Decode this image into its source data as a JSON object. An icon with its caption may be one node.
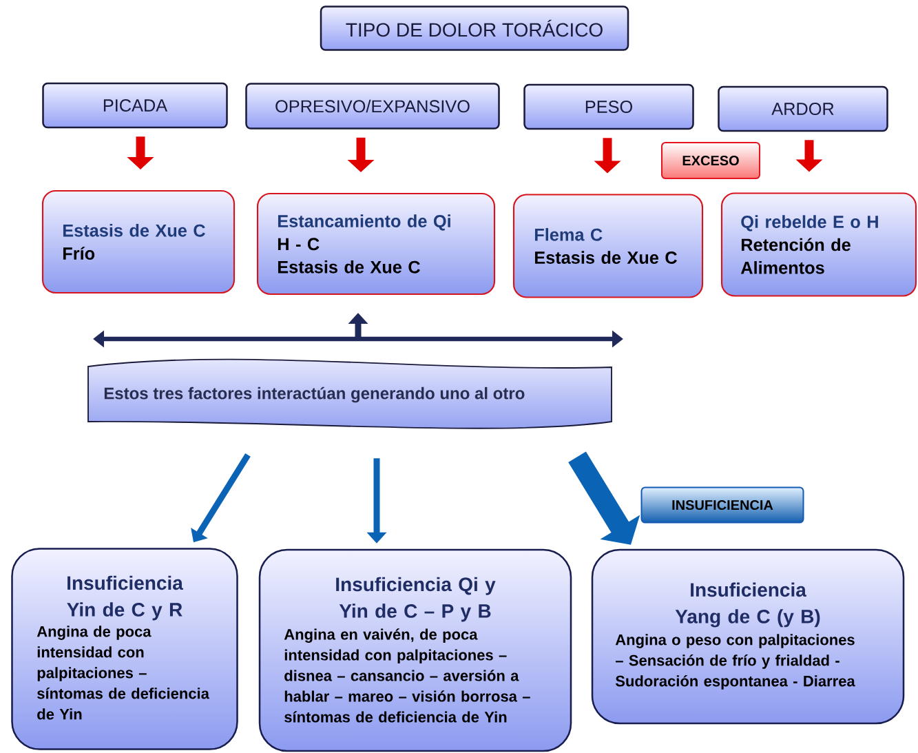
{
  "diagram": {
    "nodes": [
      {
        "text": [
          "TIPO DE DOLOR TORÁCICO"
        ]
      },
      {
        "text": [
          "PICADA"
        ]
      },
      {
        "text": [
          "OPRESIVO/EXPANSIVO"
        ]
      },
      {
        "text": [
          "PESO"
        ]
      },
      {
        "text": [
          "ARDOR"
        ]
      },
      {
        "text": [
          "EXCESO"
        ]
      },
      {
        "text": [
          "Estasis de Xue C",
          "Frío"
        ]
      },
      {
        "text": [
          "Estancamiento de Qi",
          "H - C",
          "Estasis de Xue C"
        ]
      },
      {
        "text": [
          "Flema C",
          "Estasis de Xue C"
        ]
      },
      {
        "text": [
          "Qi rebelde E o H",
          "Retención de Alimentos"
        ]
      },
      {
        "text": [
          "Estos tres factores interactúan generando uno al otro"
        ]
      },
      {
        "text": [
          "INSUFICIENCIA"
        ]
      },
      {
        "text": [
          "Insuficiencia Yin de C y R",
          "Angina de poca intensidad con palpitaciones – síntomas de deficiencia de Yin"
        ]
      },
      {
        "text": [
          "Insuficiencia Qi y Yin de C – P y B",
          "Angina en vaivén, de poca intensidad con palpitaciones – disnea – cansancio – aversión a hablar – mareo – visión borrosa – síntomas de deficiencia de Yin"
        ]
      },
      {
        "text": [
          "Insuficiencia Yang de C (y B)",
          "Angina o peso con palpitaciones – Sensación de frío y frialdad - Sudoración espontanea - Diarrea"
        ]
      }
    ],
    "edges": [
      {
        "from": 1,
        "to": 6,
        "arrow": "to",
        "color": "#e00000"
      },
      {
        "from": 2,
        "to": 7,
        "arrow": "to",
        "color": "#e00000"
      },
      {
        "from": 3,
        "to": 8,
        "arrow": "to",
        "color": "#e00000"
      },
      {
        "from": 4,
        "to": 9,
        "arrow": "to",
        "color": "#e00000"
      },
      {
        "from": 10,
        "to": 7,
        "arrow": "to",
        "color": "#1f2a5a"
      },
      {
        "from": 10,
        "to": 12,
        "arrow": "to",
        "color": "#0b63b5"
      },
      {
        "from": 10,
        "to": 13,
        "arrow": "to",
        "color": "#0b63b5"
      },
      {
        "from": 10,
        "to": 14,
        "arrow": "to",
        "color": "#0b63b5",
        "style": "thick"
      }
    ]
  }
}
